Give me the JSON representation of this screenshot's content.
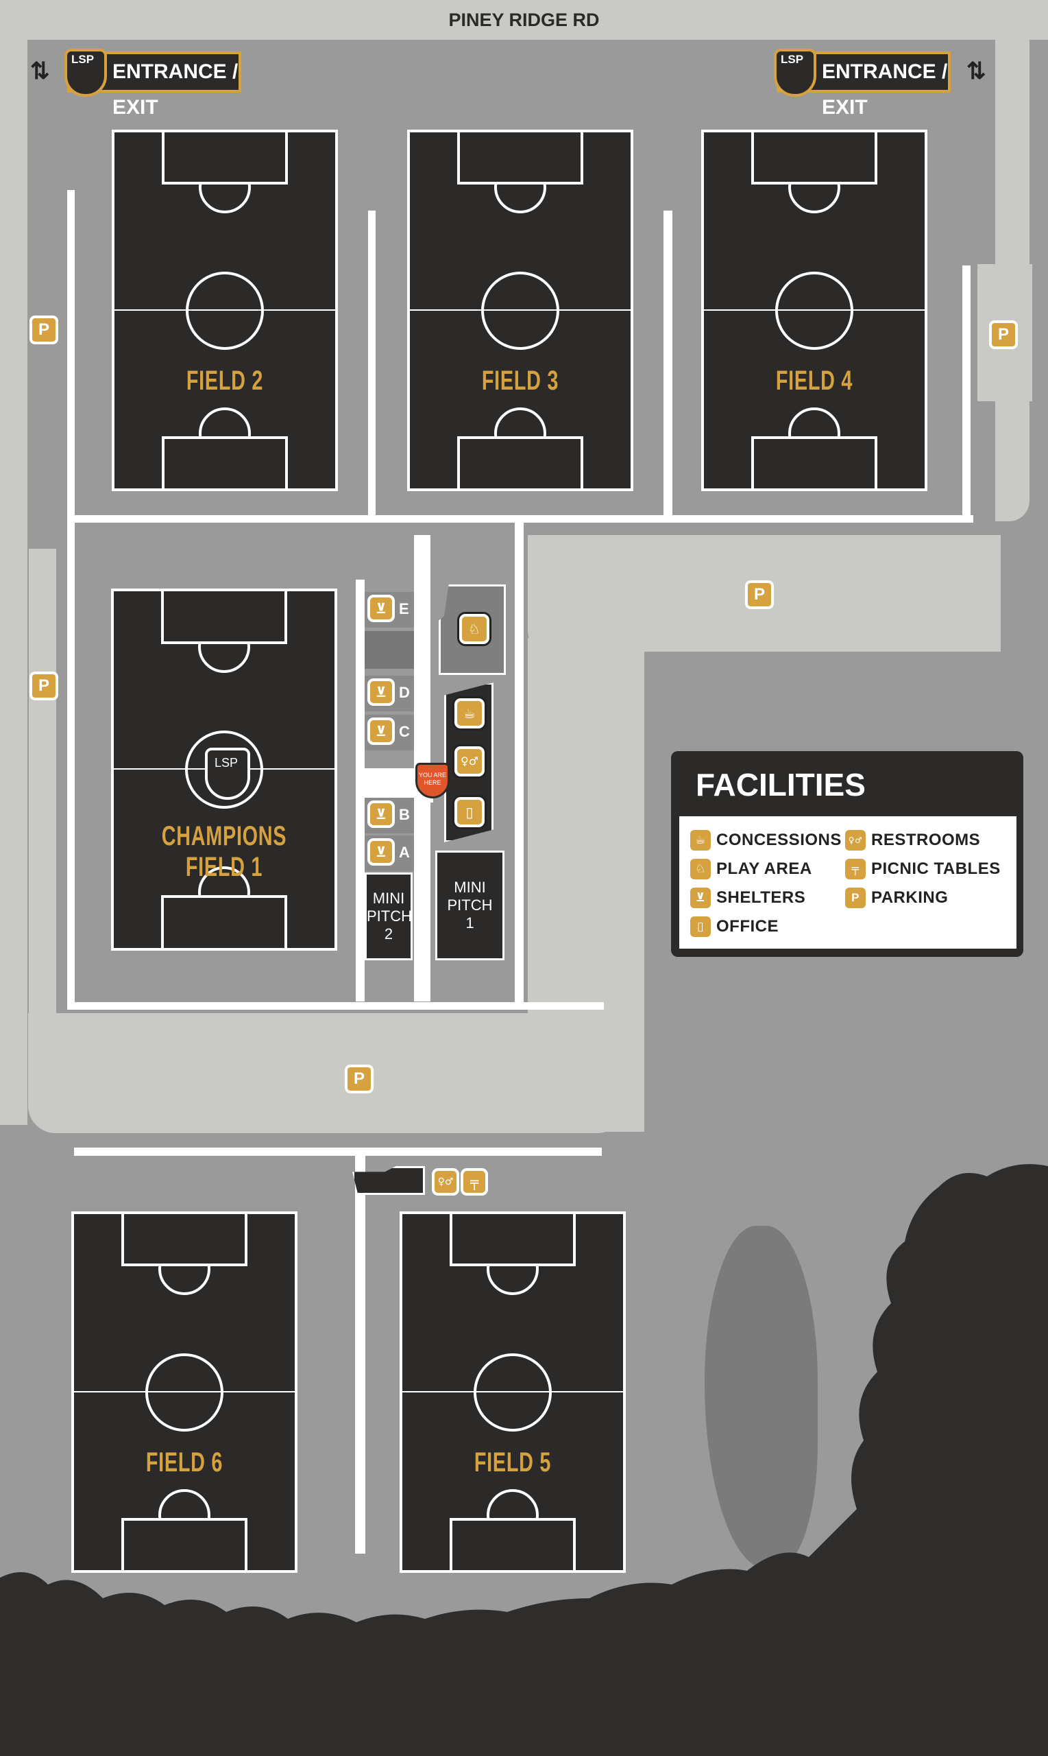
{
  "road": {
    "name": "PINEY RIDGE RD"
  },
  "entrances": [
    {
      "label": "ENTRANCE / EXIT",
      "logo": "LSP"
    },
    {
      "label": "ENTRANCE / EXIT",
      "logo": "LSP"
    }
  ],
  "fields": [
    {
      "id": "field-2",
      "label": "FIELD 2"
    },
    {
      "id": "field-3",
      "label": "FIELD 3"
    },
    {
      "id": "field-4",
      "label": "FIELD 4"
    },
    {
      "id": "champions-field-1",
      "label": "CHAMPIONS FIELD 1",
      "logo": "LSP"
    },
    {
      "id": "field-6",
      "label": "FIELD 6"
    },
    {
      "id": "field-5",
      "label": "FIELD 5"
    }
  ],
  "mini_pitches": [
    {
      "lines": [
        "MINI",
        "PITCH",
        "1"
      ]
    },
    {
      "lines": [
        "MINI",
        "PITCH",
        "2"
      ]
    }
  ],
  "shelters": [
    "E",
    "D",
    "C",
    "B",
    "A"
  ],
  "you_are_here": "YOU ARE HERE",
  "parking_label": "P",
  "legend": {
    "title": "FACILITIES",
    "items": [
      {
        "icon": "concessions-icon",
        "label": "CONCESSIONS"
      },
      {
        "icon": "restrooms-icon",
        "label": "RESTROOMS"
      },
      {
        "icon": "play-area-icon",
        "label": "PLAY AREA"
      },
      {
        "icon": "picnic-tables-icon",
        "label": "PICNIC TABLES"
      },
      {
        "icon": "shelters-icon",
        "label": "SHELTERS"
      },
      {
        "icon": "parking-icon",
        "label": "PARKING"
      },
      {
        "icon": "office-icon",
        "label": "OFFICE"
      }
    ]
  },
  "colors": {
    "accent": "#d6a23f",
    "field": "#2b2a29",
    "you_are_here": "#e0562a"
  }
}
